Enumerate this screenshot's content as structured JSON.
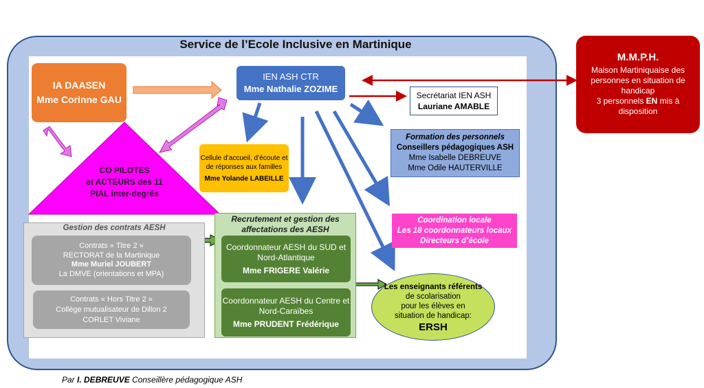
{
  "frame": {
    "title": "Service de l’Ecole Inclusive en Martinique"
  },
  "ia_daasen": {
    "line1": "IA DAASEN",
    "line2": "Mme Corinne GAU"
  },
  "ien_ash": {
    "line1": "IEN ASH CTR",
    "line2": "Mme Nathalie ZOZIME"
  },
  "secretariat": {
    "line1": "Secrétariat IEN ASH",
    "line2": "Lauriane AMABLE"
  },
  "mmph": {
    "title": "M.M.P.H.",
    "line1": "Maison Martiniquaise des",
    "line2": "personnes en situation de",
    "line3": "handicap",
    "line4_pre": "3 personnels ",
    "line4_bold": "EN",
    "line4_post": " mis à",
    "line5": "disposition"
  },
  "formation": {
    "title": "Formation des personnels",
    "line1": "Conseillers pédagogiques ASH",
    "line2": "Mme Isabelle DEBREUVE",
    "line3": "Mme Odile HAUTERVILLE"
  },
  "cellule": {
    "line1": "Cellule d’accueil, d’écoute et",
    "line2": "de réponses aux familles",
    "line3": "Mme Yolande LABEILLE"
  },
  "co_pilotes": {
    "line1": "CO PILOTES",
    "line2": "et ACTEURS des 11",
    "line3": "PIAL inter-degrés"
  },
  "coordination": {
    "line1": "Coordination locale",
    "line2": "Les 18 coordonnateurs locaux",
    "line3": "Directeurs d’école"
  },
  "gestion": {
    "title": "Gestion des contrats AESH",
    "titre2": {
      "line1": "Contrats  « Titre 2 »",
      "line2": "RECTORAT de la Martinique",
      "line3": "Mme Muriel JOUBERT",
      "line4": "La DMVE (orientations et MPA)"
    },
    "hors_titre2": {
      "line1": "Contrats « Hors Titre 2 »",
      "line2": "Collège mutualisateur de Dillon 2",
      "line3": "CORLET Viviane"
    }
  },
  "recrutement": {
    "title1": "Recrutement et gestion des",
    "title2": "affectations des AESH",
    "sud": {
      "line1": "Coordonnateur AESH du SUD et",
      "line2": "Nord-Atlantique",
      "line3": "Mme FRIGERE Valérie"
    },
    "centre": {
      "line1": "Coordonnateur AESH du Centre et",
      "line2": "Nord-Caraïbes",
      "line3": "Mme PRUDENT Frédérique"
    }
  },
  "ersh": {
    "line1": "Les enseignants référents",
    "line2": "de scolarisation",
    "line3": "pour les élèves en",
    "line4": "situation de handicap:",
    "line5": "ERSH"
  },
  "footer": {
    "prefix": "Par ",
    "author": "I. DEBREUVE",
    "suffix": " Conseillère pédagogique  ASH"
  },
  "colors": {
    "orange": "#ed7d31",
    "blue": "#4472c4",
    "red": "#c00000",
    "magenta": "#ff00ff",
    "yellow": "#ffc000",
    "pink": "#ff44cc",
    "green": "#548235",
    "lime": "#c5e05c"
  }
}
